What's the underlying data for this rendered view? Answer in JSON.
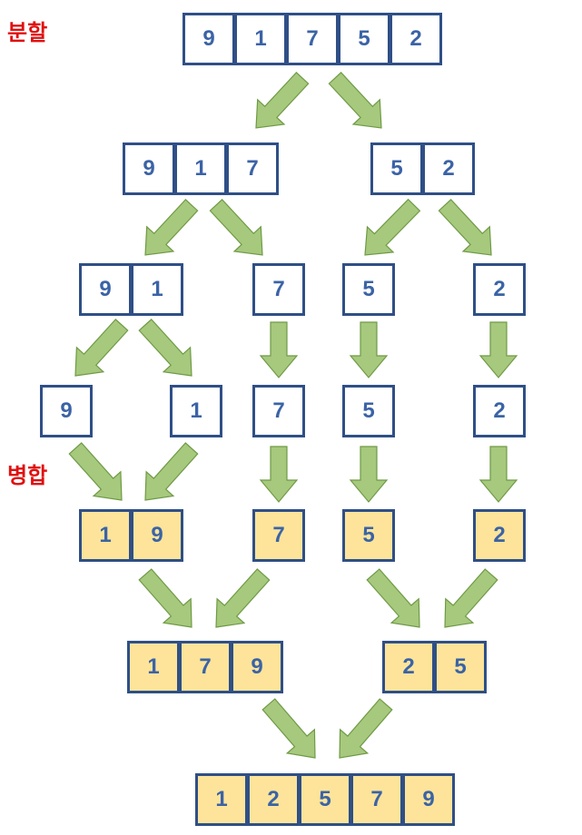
{
  "labels": {
    "split": "분할",
    "merge": "병합"
  },
  "colors": {
    "box_border": "#2f4f86",
    "digit": "#3b63a6",
    "merged_fill": "#fde49a",
    "arrow_fill": "#a6c97d",
    "arrow_stroke": "#6f9a45",
    "label": "#e01010"
  },
  "split_levels": [
    [
      [
        "9",
        "1",
        "7",
        "5",
        "2"
      ]
    ],
    [
      [
        "9",
        "1",
        "7"
      ],
      [
        "5",
        "2"
      ]
    ],
    [
      [
        "9",
        "1"
      ],
      [
        "7"
      ],
      [
        "5"
      ],
      [
        "2"
      ]
    ],
    [
      [
        "9"
      ],
      [
        "1"
      ],
      [
        "7"
      ],
      [
        "5"
      ],
      [
        "2"
      ]
    ]
  ],
  "merge_levels": [
    [
      [
        "1",
        "9"
      ],
      [
        "7"
      ],
      [
        "5"
      ],
      [
        "2"
      ]
    ],
    [
      [
        "1",
        "7",
        "9"
      ],
      [
        "2",
        "5"
      ]
    ],
    [
      [
        "1",
        "2",
        "5",
        "7",
        "9"
      ]
    ]
  ]
}
